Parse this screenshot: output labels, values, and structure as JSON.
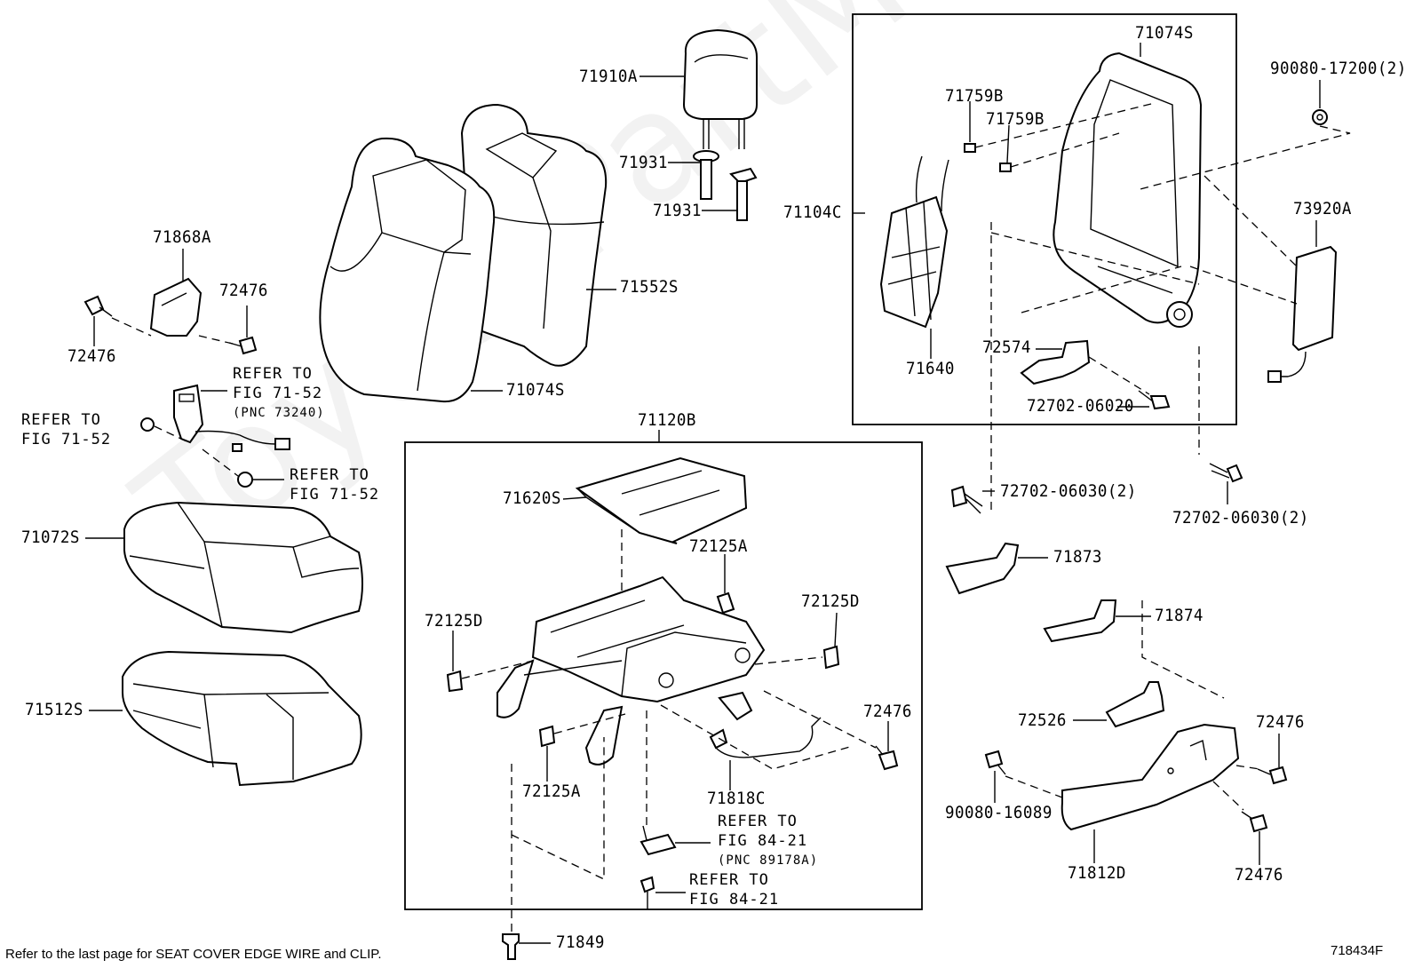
{
  "watermark": "ToyotaPartMine.ru",
  "diagram_code": "718434F",
  "footnote": "Refer to the last page for SEAT COVER EDGE WIRE and CLIP.",
  "labels": {
    "l71910A": "71910A",
    "l71931a": "71931",
    "l71931b": "71931",
    "l71868A": "71868A",
    "l72476a": "72476",
    "l72476b": "72476",
    "l71552S": "71552S",
    "l71074Sa": "71074S",
    "l71074Sb": "71074S",
    "l71759Ba": "71759B",
    "l71759Bb": "71759B",
    "l90080_17200": "90080-17200(2)",
    "l71104C": "71104C",
    "l73920A": "73920A",
    "l71640": "71640",
    "l72574": "72574",
    "l72702_06020": "72702-06020",
    "l71120B": "71120B",
    "l71620S": "71620S",
    "l72125Aa": "72125A",
    "l72125Ab": "72125A",
    "l72125Da": "72125D",
    "l72125Db": "72125D",
    "l72476c": "72476",
    "l71818C": "71818C",
    "l71849": "71849",
    "l71072S": "71072S",
    "l71512S": "71512S",
    "l72702_06030a": "72702-06030(2)",
    "l72702_06030b": "72702-06030(2)",
    "l71873": "71873",
    "l71874": "71874",
    "l72526": "72526",
    "l72476d": "72476",
    "l72476e": "72476",
    "l90080_16089": "90080-16089",
    "l71812D": "71812D"
  },
  "refs": {
    "r1": {
      "line1": "REFER TO",
      "line2": "FIG 71-52",
      "line3": "(PNC 73240)"
    },
    "r2": {
      "line1": "REFER TO",
      "line2": "FIG 71-52"
    },
    "r3": {
      "line1": "REFER TO",
      "line2": "FIG 71-52"
    },
    "r4": {
      "line1": "REFER TO",
      "line2": "FIG 84-21",
      "line3": "(PNC 89178A)"
    },
    "r5": {
      "line1": "REFER TO",
      "line2": "FIG 84-21"
    }
  }
}
